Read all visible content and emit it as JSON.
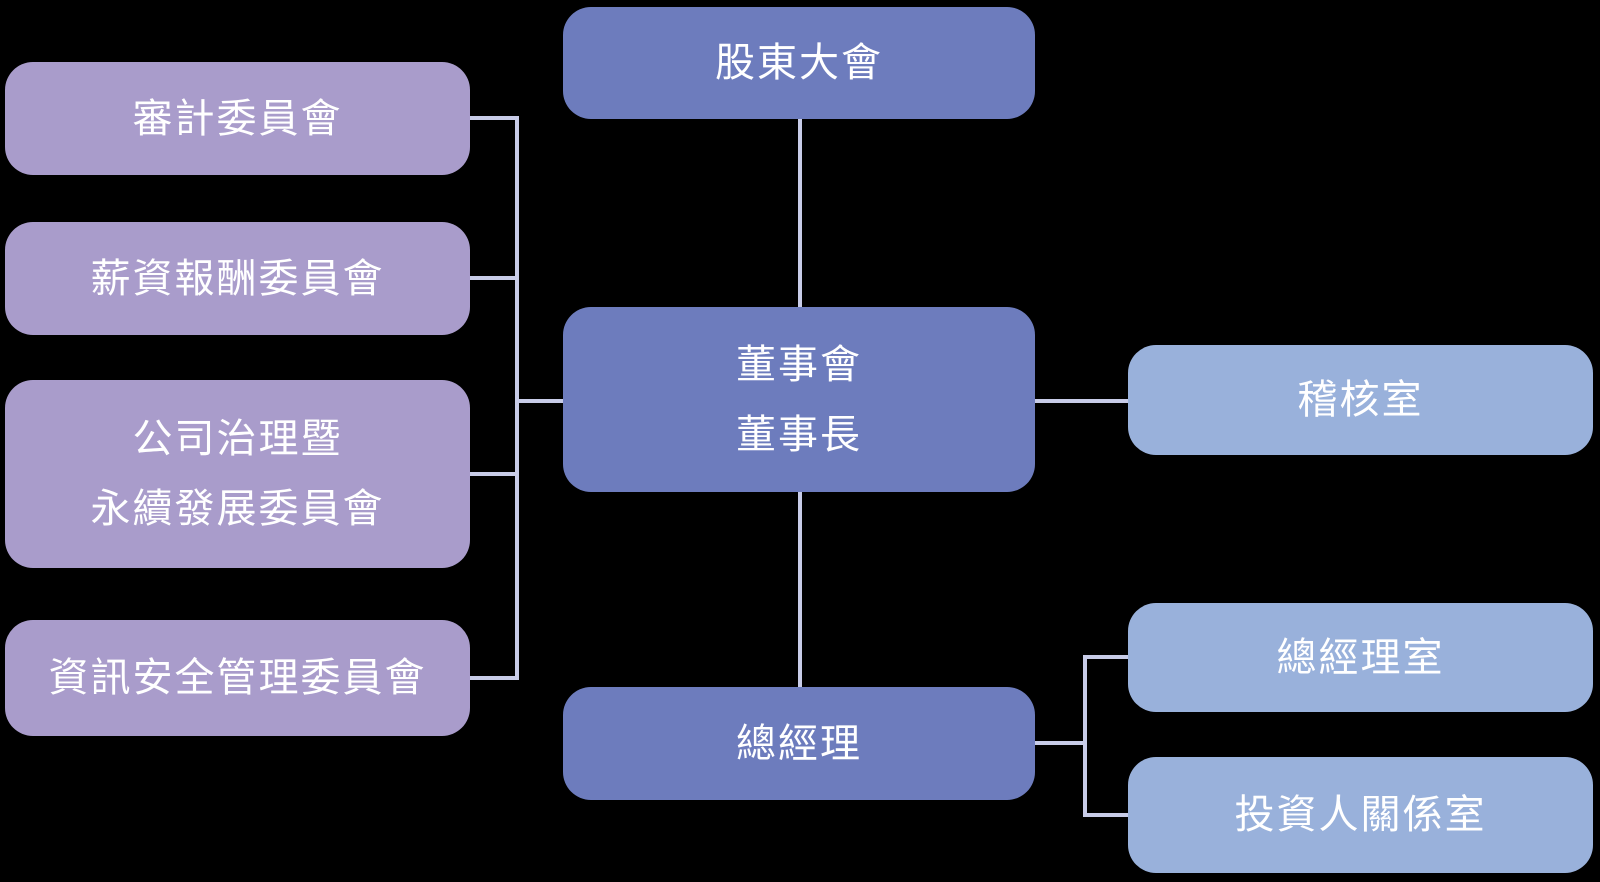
{
  "diagram": {
    "type": "org-chart",
    "nodes": {
      "shareholders": {
        "label": "股東大會"
      },
      "board": {
        "lines": [
          "董事會",
          "董事長"
        ]
      },
      "gm": {
        "label": "總經理"
      },
      "audit_committee": {
        "label": "審計委員會"
      },
      "compensation_committee": {
        "label": "薪資報酬委員會"
      },
      "governance_committee": {
        "lines": [
          "公司治理暨",
          "永續發展委員會"
        ]
      },
      "infosec_committee": {
        "label": "資訊安全管理委員會"
      },
      "audit_office": {
        "label": "稽核室"
      },
      "gm_office": {
        "label": "總經理室"
      },
      "ir_office": {
        "label": "投資人關係室"
      }
    },
    "edges": [
      [
        "股東大會",
        "董事會 董事長"
      ],
      [
        "董事會 董事長",
        "總經理"
      ],
      [
        "董事會 董事長",
        "審計委員會"
      ],
      [
        "董事會 董事長",
        "薪資報酬委員會"
      ],
      [
        "董事會 董事長",
        "公司治理暨永續發展委員會"
      ],
      [
        "董事會 董事長",
        "資訊安全管理委員會"
      ],
      [
        "董事會 董事長",
        "稽核室"
      ],
      [
        "總經理",
        "總經理室"
      ],
      [
        "總經理",
        "投資人關係室"
      ]
    ],
    "colors": {
      "committee": "#A99CCB",
      "main": "#6D7CBD",
      "office": "#99B1DB",
      "connector": "#C8CCE8",
      "text": "#FFFFFF",
      "background": "#000000"
    }
  }
}
